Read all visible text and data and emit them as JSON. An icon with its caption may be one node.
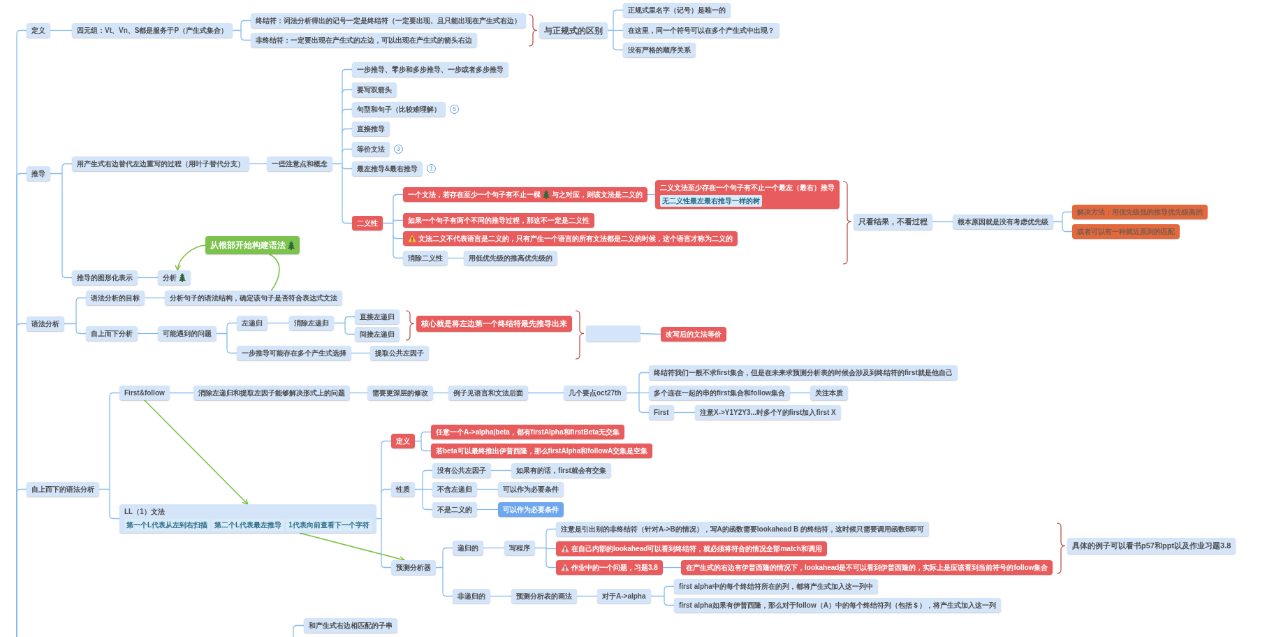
{
  "diagram": {
    "nodes": [
      {
        "text": [
          "定义"
        ]
      },
      {
        "text": [
          "四元组：Vt、Vn、S都是服务于P（产生式集合）"
        ]
      },
      {
        "text": [
          "终结符：词法分析得出的记号一定是终结符（一定要出现、且只能出现在产生式右边）"
        ]
      },
      {
        "text": [
          "非终结符：一定要出现在产生式的左边，可以出现在产生式的箭头右边"
        ]
      },
      {
        "text": [
          "与正规式的区别"
        ]
      },
      {
        "text": [
          "正规式里名字（记号）是唯一的"
        ]
      },
      {
        "text": [
          "在这里，同一个符号可以在多个产生式中出现？"
        ]
      },
      {
        "text": [
          "没有严格的顺序关系"
        ]
      },
      {
        "text": [
          "推导"
        ]
      },
      {
        "text": [
          "用产生式右边替代左边重写的过程（用叶子替代分支）"
        ]
      },
      {
        "text": [
          "一些注意点和概念"
        ]
      },
      {
        "text": [
          "一步推导、零步和多步推导、一步或者多步推导"
        ]
      },
      {
        "text": [
          "要写双箭头"
        ]
      },
      {
        "text": [
          "句型和句子（比较难理解）"
        ],
        "beside": [
          "5"
        ]
      },
      {
        "text": [
          "直接推导"
        ]
      },
      {
        "text": [
          "等价文法"
        ],
        "beside": [
          "3"
        ]
      },
      {
        "text": [
          "最左推导&最右推导"
        ],
        "beside": [
          "1"
        ]
      },
      {
        "text": [
          "二义性"
        ]
      },
      {
        "text": [
          "一个文法，若存在至少一个句子有不止一棵",
          "与之对应，则该文法是二义的"
        ]
      },
      {
        "text": [
          "二义文法至少存在一个句子有不止一个最左（最右）推导",
          "无二义性最左最右推导一样的树"
        ]
      },
      {
        "text": [
          "如果一个句子有两个不同的推导过程，那这不一定是二义性"
        ]
      },
      {
        "text": [
          "文法二义不代表语言是二义的，只有产生一个语言的所有文法都是二义的时候，这个语言才称为二义的"
        ]
      },
      {
        "text": [
          "消除二义性"
        ]
      },
      {
        "text": [
          "用低优先级的推高优先级的"
        ]
      },
      {
        "text": [
          "只看结果，不看过程"
        ]
      },
      {
        "text": [
          "根本原因就是没有考虑优先级"
        ]
      },
      {
        "text": [
          "解决方法：用优先级低的推导优先级高的"
        ]
      },
      {
        "text": [
          "或者可以有一种就近原则的匹配"
        ]
      },
      {
        "text": [
          "推导的图形化表示"
        ]
      },
      {
        "text": [
          "分析"
        ]
      },
      {
        "text": [
          "从根部开始构建语法"
        ]
      },
      {
        "text": [
          "语法分析"
        ]
      },
      {
        "text": [
          "语法分析的目标"
        ]
      },
      {
        "text": [
          "分析句子的语法结构，确定该句子是否符合表达式文法"
        ]
      },
      {
        "text": [
          "自上而下分析"
        ]
      },
      {
        "text": [
          "可能遇到的问题"
        ]
      },
      {
        "text": [
          "左递归"
        ]
      },
      {
        "text": [
          "消除左递归"
        ]
      },
      {
        "text": [
          "直接左递归"
        ]
      },
      {
        "text": [
          "间接左递归"
        ]
      },
      {
        "text": [
          "核心就是将左边第一个终结符最先推导出来"
        ]
      },
      {
        "text": [
          "一步推导可能存在多个产生式选择"
        ]
      },
      {
        "text": [
          "提取公共左因子"
        ]
      },
      {
        "text": [],
        "shape": "box"
      },
      {
        "text": [
          "改写后的文法等价"
        ]
      },
      {
        "text": [
          "自上而下的语法分析"
        ]
      },
      {
        "text": [
          "First&follow"
        ]
      },
      {
        "text": [
          "消除左递归和提取左因子能够解决形式上的问题"
        ]
      },
      {
        "text": [
          "需要更深层的修改"
        ]
      },
      {
        "text": [
          "例子见语言和文法后面"
        ]
      },
      {
        "text": [
          "几个要点oct27th"
        ]
      },
      {
        "text": [
          "终结符我们一般不求first集合，但是在未来求预测分析表的时候会涉及到终结符的first就是他自己"
        ]
      },
      {
        "text": [
          "多个连在一起的串的first集合和follow集合"
        ]
      },
      {
        "text": [
          "关注本质"
        ]
      },
      {
        "text": [
          "First"
        ]
      },
      {
        "text": [
          "注意X->Y1Y2Y3...时多个Y的first加入first X"
        ]
      },
      {
        "text": [
          "LL（1）文法",
          "第一个L代表从左到右扫描",
          "第二个L代表最左推导",
          "1代表向前查看下一个字符"
        ]
      },
      {
        "text": [
          "定义"
        ]
      },
      {
        "text": [
          "任意一个A->alpha|beta，都有firstAlpha和firstBeta无交集"
        ]
      },
      {
        "text": [
          "若beta可以最终推出伊普西隆，那么firstAlpha和followA交集是空集"
        ]
      },
      {
        "text": [
          "性质"
        ]
      },
      {
        "text": [
          "没有公共左因子"
        ]
      },
      {
        "text": [
          "如果有的话，first就会有交集"
        ]
      },
      {
        "text": [
          "不含左递归"
        ]
      },
      {
        "text": [
          "可以作为必要条件"
        ]
      },
      {
        "text": [
          "不是二义的"
        ]
      },
      {
        "text": [
          "可以作为必要条件"
        ]
      },
      {
        "text": [
          "预测分析器"
        ]
      },
      {
        "text": [
          "递归的"
        ]
      },
      {
        "text": [
          "写程序"
        ]
      },
      {
        "text": [
          "注意是引出别的非终结符（针对A->B的情况），写A的函数需要lookahead B 的终结符，这时候只需要调用函数B即可"
        ]
      },
      {
        "text": [
          "在自己内部的lookahead可以看到终结符，就必须将符合的情况全部match和调用"
        ]
      },
      {
        "text": [
          "作业中的一个问题，习题3.8"
        ]
      },
      {
        "text": [
          "在产生式的右边有伊普西隆的情况下，lookahead是不可以看到伊普西隆的，实际上是应该看到当前符号的follow集合"
        ]
      },
      {
        "text": [
          "具体的例子可以看书p57和ppt以及作业习题3.8"
        ]
      },
      {
        "text": [
          "非递归的"
        ]
      },
      {
        "text": [
          "预测分析表的画法"
        ]
      },
      {
        "text": [
          "对于A->alpha"
        ]
      },
      {
        "text": [
          "first alpha中的每个终结符所在的列，都将产生式加入这一列中"
        ]
      },
      {
        "text": [
          "first alpha如果有伊普西隆，那么对于follow（A）中的每个终结符列（包括＄），将产生式加入这一列"
        ]
      },
      {
        "text": [
          "和产生式右边相匹配的子串"
        ]
      }
    ],
    "edges": [
      {
        "from": null,
        "to": 0,
        "arrow": "none"
      },
      {
        "from": 0,
        "to": 1,
        "arrow": "none"
      },
      {
        "from": 1,
        "to": 2,
        "arrow": "none"
      },
      {
        "from": 1,
        "to": 3,
        "arrow": "none"
      },
      {
        "from": 4,
        "to": 5,
        "arrow": "none"
      },
      {
        "from": 4,
        "to": 6,
        "arrow": "none"
      },
      {
        "from": 4,
        "to": 7,
        "arrow": "none"
      },
      {
        "from": null,
        "to": 8,
        "arrow": "none"
      },
      {
        "from": 8,
        "to": 9,
        "arrow": "none"
      },
      {
        "from": 8,
        "to": 28,
        "arrow": "none"
      },
      {
        "from": 9,
        "to": 10,
        "arrow": "none"
      },
      {
        "from": 10,
        "to": 11,
        "arrow": "none"
      },
      {
        "from": 10,
        "to": 12,
        "arrow": "none"
      },
      {
        "from": 10,
        "to": 13,
        "arrow": "none"
      },
      {
        "from": 10,
        "to": 14,
        "arrow": "none"
      },
      {
        "from": 10,
        "to": 15,
        "arrow": "none"
      },
      {
        "from": 10,
        "to": 16,
        "arrow": "none"
      },
      {
        "from": 10,
        "to": 17,
        "arrow": "none"
      },
      {
        "from": 17,
        "to": 18,
        "arrow": "none"
      },
      {
        "from": 17,
        "to": 20,
        "arrow": "none"
      },
      {
        "from": 17,
        "to": 21,
        "arrow": "none"
      },
      {
        "from": 17,
        "to": 22,
        "arrow": "none"
      },
      {
        "from": 18,
        "to": 19,
        "arrow": "none"
      },
      {
        "from": 22,
        "to": 23,
        "arrow": "none"
      },
      {
        "from": 24,
        "to": 25,
        "arrow": "none"
      },
      {
        "from": 25,
        "to": 26,
        "arrow": "none"
      },
      {
        "from": 25,
        "to": 27,
        "arrow": "none"
      },
      {
        "from": 28,
        "to": 29,
        "arrow": "none"
      },
      {
        "from": 33,
        "to": 30,
        "arrow": "none",
        "color": "#7ac143"
      },
      {
        "from": 30,
        "to": 29,
        "arrow": "to",
        "color": "#7ac143"
      },
      {
        "from": null,
        "to": 31,
        "arrow": "none"
      },
      {
        "from": 31,
        "to": 32,
        "arrow": "none"
      },
      {
        "from": 31,
        "to": 34,
        "arrow": "none"
      },
      {
        "from": 32,
        "to": 33,
        "arrow": "none"
      },
      {
        "from": 34,
        "to": 35,
        "arrow": "none"
      },
      {
        "from": 35,
        "to": 36,
        "arrow": "none"
      },
      {
        "from": 35,
        "to": 41,
        "arrow": "none"
      },
      {
        "from": 36,
        "to": 37,
        "arrow": "none"
      },
      {
        "from": 37,
        "to": 38,
        "arrow": "none"
      },
      {
        "from": 37,
        "to": 39,
        "arrow": "none"
      },
      {
        "from": 41,
        "to": 42,
        "arrow": "none"
      },
      {
        "from": 43,
        "to": 44,
        "arrow": "none"
      },
      {
        "from": null,
        "to": 45,
        "arrow": "none"
      },
      {
        "from": 45,
        "to": 46,
        "arrow": "none"
      },
      {
        "from": 45,
        "to": 56,
        "arrow": "none"
      },
      {
        "from": 46,
        "to": 47,
        "arrow": "none"
      },
      {
        "from": 47,
        "to": 48,
        "arrow": "none"
      },
      {
        "from": 48,
        "to": 49,
        "arrow": "none"
      },
      {
        "from": 49,
        "to": 50,
        "arrow": "none"
      },
      {
        "from": 50,
        "to": 51,
        "arrow": "none"
      },
      {
        "from": 50,
        "to": 52,
        "arrow": "none"
      },
      {
        "from": 50,
        "to": 54,
        "arrow": "none"
      },
      {
        "from": 52,
        "to": 53,
        "arrow": "none"
      },
      {
        "from": 54,
        "to": 55,
        "arrow": "none"
      },
      {
        "from": 46,
        "to": 56,
        "arrow": "to",
        "color": "#7ac143"
      },
      {
        "from": 56,
        "to": 57,
        "arrow": "none"
      },
      {
        "from": 56,
        "to": 60,
        "arrow": "none"
      },
      {
        "from": 56,
        "to": 67,
        "arrow": "none"
      },
      {
        "from": 56,
        "to": 67,
        "arrow": "to",
        "color": "#7ac143"
      },
      {
        "from": 57,
        "to": 58,
        "arrow": "none"
      },
      {
        "from": 57,
        "to": 59,
        "arrow": "none"
      },
      {
        "from": 60,
        "to": 61,
        "arrow": "none"
      },
      {
        "from": 60,
        "to": 63,
        "arrow": "none"
      },
      {
        "from": 60,
        "to": 65,
        "arrow": "none"
      },
      {
        "from": 61,
        "to": 62,
        "arrow": "none"
      },
      {
        "from": 63,
        "to": 64,
        "arrow": "none"
      },
      {
        "from": 65,
        "to": 66,
        "arrow": "none"
      },
      {
        "from": 67,
        "to": 68,
        "arrow": "none"
      },
      {
        "from": 67,
        "to": 75,
        "arrow": "none"
      },
      {
        "from": 68,
        "to": 69,
        "arrow": "none"
      },
      {
        "from": 69,
        "to": 70,
        "arrow": "none"
      },
      {
        "from": 69,
        "to": 71,
        "arrow": "none"
      },
      {
        "from": 69,
        "to": 72,
        "arrow": "none"
      },
      {
        "from": 72,
        "to": 73,
        "arrow": "none"
      },
      {
        "from": 75,
        "to": 76,
        "arrow": "none"
      },
      {
        "from": 76,
        "to": 77,
        "arrow": "none"
      },
      {
        "from": 77,
        "to": 78,
        "arrow": "none"
      },
      {
        "from": 77,
        "to": 79,
        "arrow": "none"
      },
      {
        "from": null,
        "to": 80,
        "arrow": "none"
      }
    ]
  }
}
